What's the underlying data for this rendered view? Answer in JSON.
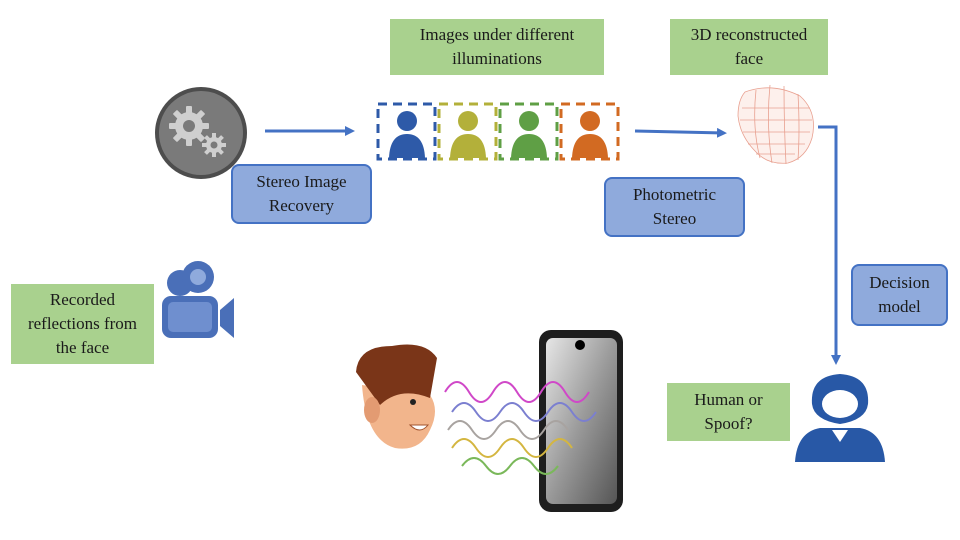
{
  "labels": {
    "images_under_illuminations": "Images under different\nilluminations",
    "reconstructed_face": "3D reconstructed\nface",
    "stereo_recovery": "Stereo Image\nRecovery",
    "photometric_stereo": "Photometric\nStereo",
    "recorded_reflections": "Recorded\nreflections from\nthe face",
    "decision_model": "Decision\nmodel",
    "human_or_spoof": "Human or\nSpoof?"
  },
  "colors": {
    "label_green": "#a9d18e",
    "label_blue": "#8faadc",
    "arrow": "#4472c4",
    "user_blue": "#2e5aa8",
    "user_olive": "#b3b03a",
    "user_green": "#5f9f45",
    "user_orange": "#d26a22",
    "camera": "#4a6fb8",
    "person": "#2858a6"
  },
  "icons": [
    "gears-icon",
    "user-icon",
    "face-mesh-icon",
    "video-camera-icon",
    "face-icon",
    "smartphone-icon",
    "signal-waves-icon",
    "person-icon"
  ]
}
